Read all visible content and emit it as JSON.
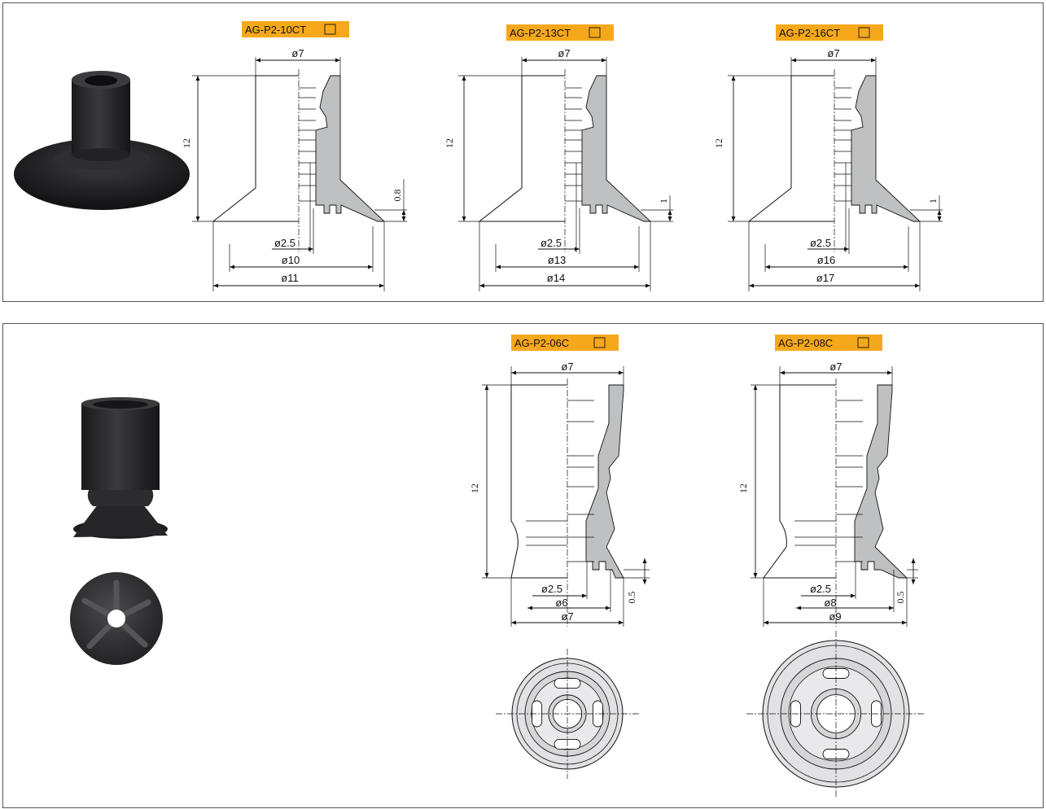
{
  "colors": {
    "tag_bg": "#f6a81c",
    "section_fill": "#bfc0c2",
    "photo_fill": "#2a2a2c",
    "border": "#555555"
  },
  "top_section": {
    "drawings": [
      {
        "model": "AG-P2-10CT",
        "top_dia": "ø7",
        "height": "12",
        "lip": "0.8",
        "hole": "ø2.5",
        "inner_dia": "ø10",
        "outer_dia": "ø11"
      },
      {
        "model": "AG-P2-13CT",
        "top_dia": "ø7",
        "height": "12",
        "lip": "1",
        "hole": "ø2.5",
        "inner_dia": "ø13",
        "outer_dia": "ø14"
      },
      {
        "model": "AG-P2-16CT",
        "top_dia": "ø7",
        "height": "12",
        "lip": "1",
        "hole": "ø2.5",
        "inner_dia": "ø16",
        "outer_dia": "ø17"
      }
    ]
  },
  "bottom_section": {
    "drawings": [
      {
        "model": "AG-P2-06C",
        "top_dia": "ø7",
        "height": "12",
        "lip": "0.5",
        "hole": "ø2.5",
        "inner_dia": "ø6",
        "outer_dia": "ø7"
      },
      {
        "model": "AG-P2-08C",
        "top_dia": "ø7",
        "height": "12",
        "lip": "0.5",
        "hole": "ø2.5",
        "inner_dia": "ø8",
        "outer_dia": "ø9"
      }
    ]
  }
}
